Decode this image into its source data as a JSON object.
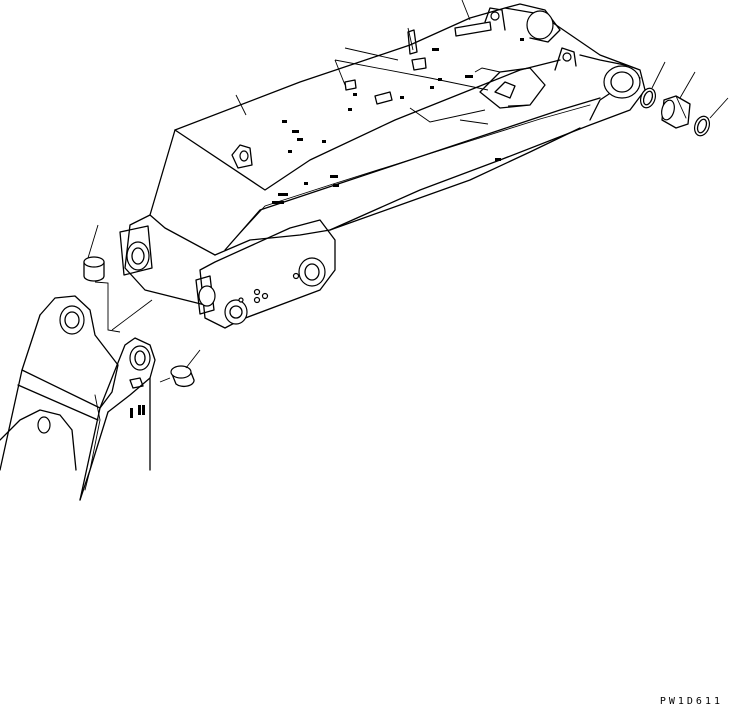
{
  "figure": {
    "code": "PW1D611"
  },
  "parts": [
    {
      "name": "boom-structure"
    },
    {
      "name": "arm-structure"
    },
    {
      "name": "boom-foot-bushing"
    },
    {
      "name": "arm-top-bushing"
    },
    {
      "name": "boom-top-bushing"
    },
    {
      "name": "boom-top-seal-left"
    },
    {
      "name": "boom-top-seal-right"
    }
  ]
}
